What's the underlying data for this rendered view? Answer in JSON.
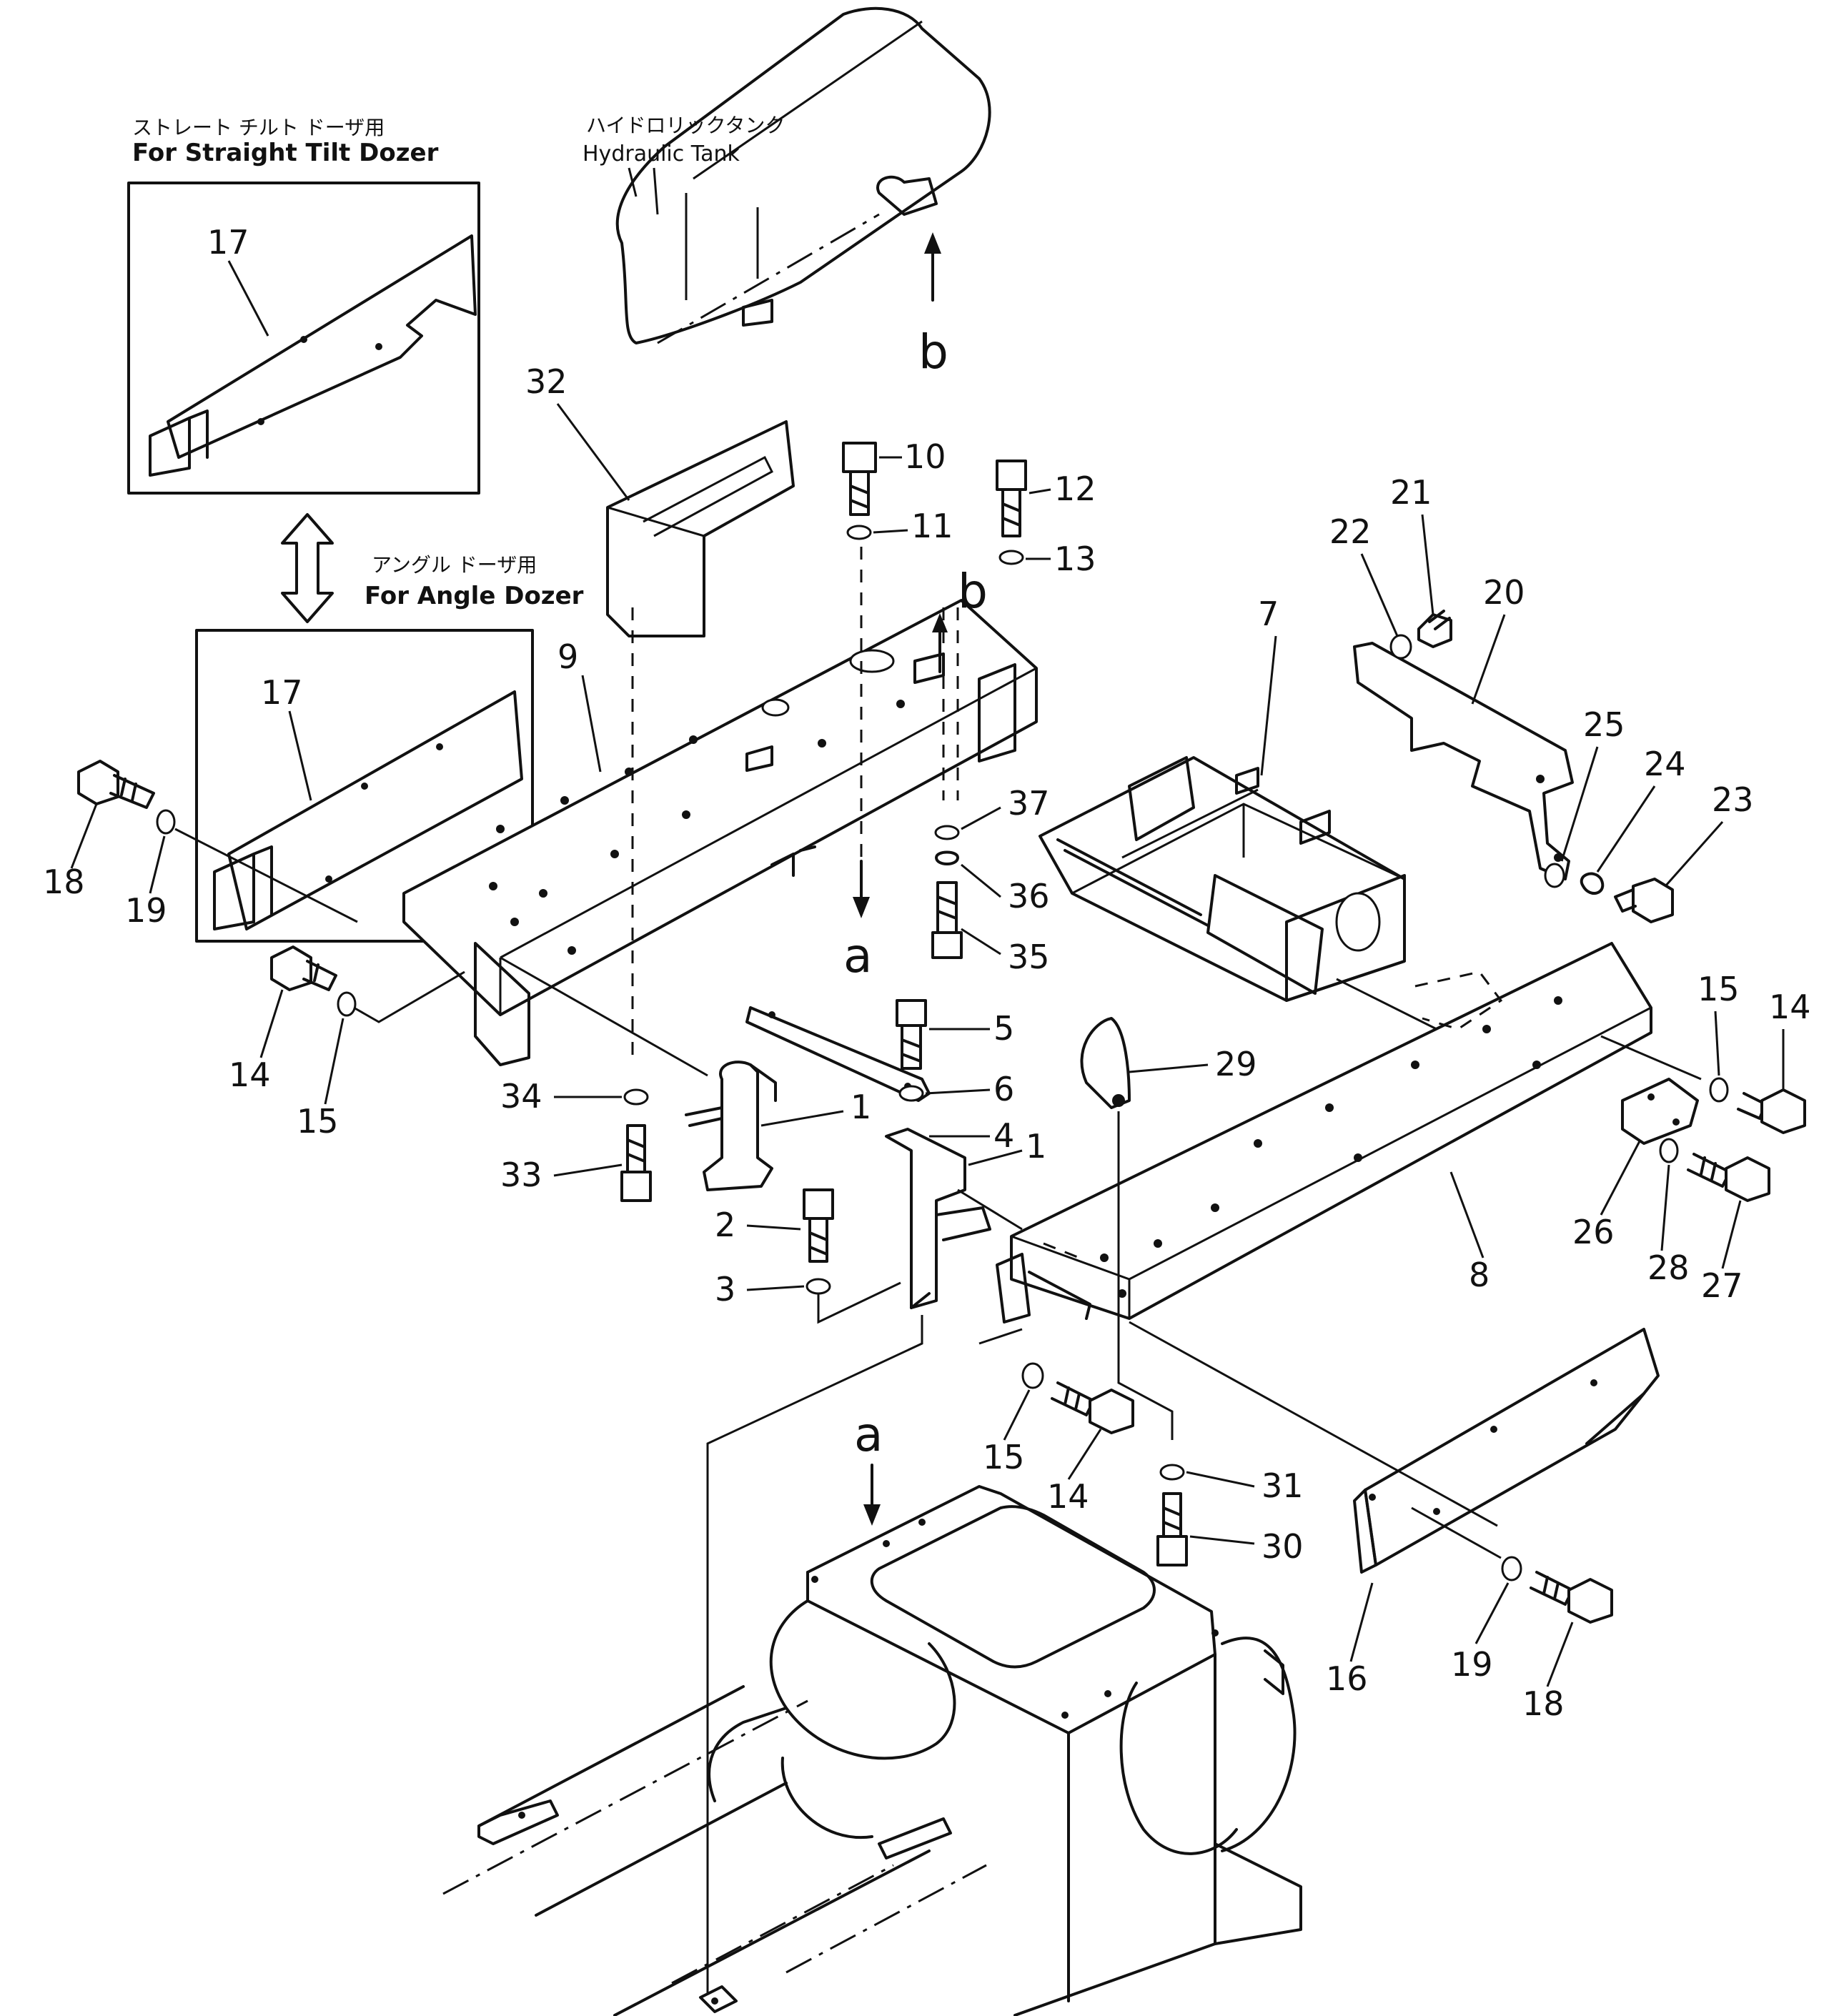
{
  "captions": {
    "straight_jp": "ストレート チルト ドーザ用",
    "straight_en": "For Straight Tilt Dozer",
    "angle_jp": "アングル ドーザ用",
    "angle_en": "For Angle Dozer",
    "tank_jp": "ハイドロリックタンク",
    "tank_en": "Hydraulic Tank"
  },
  "view_markers": {
    "b_tank": "b",
    "b_frame": "b",
    "a_frame": "a",
    "a_case": "a"
  },
  "part_numbers": {
    "p17_straight": "17",
    "p17_angle": "17",
    "p32": "32",
    "p10": "10",
    "p11": "11",
    "p12": "12",
    "p13": "13",
    "p9": "9",
    "p18_left": "18",
    "p19_left": "19",
    "p14_left": "14",
    "p15_left": "15",
    "p37": "37",
    "p36": "36",
    "p35": "35",
    "p7": "7",
    "p22": "22",
    "p21": "21",
    "p20": "20",
    "p25": "25",
    "p24": "24",
    "p23": "23",
    "p5": "5",
    "p6": "6",
    "p4": "4",
    "p1_left": "1",
    "p1_right": "1",
    "p34": "34",
    "p33": "33",
    "p2": "2",
    "p3": "3",
    "p29": "29",
    "p8": "8",
    "p15_right": "15",
    "p14_right": "14",
    "p26": "26",
    "p28": "28",
    "p27": "27",
    "p15_mid": "15",
    "p14_mid": "14",
    "p31": "31",
    "p30": "30",
    "p16": "16",
    "p19_right": "19",
    "p18_right": "18"
  }
}
